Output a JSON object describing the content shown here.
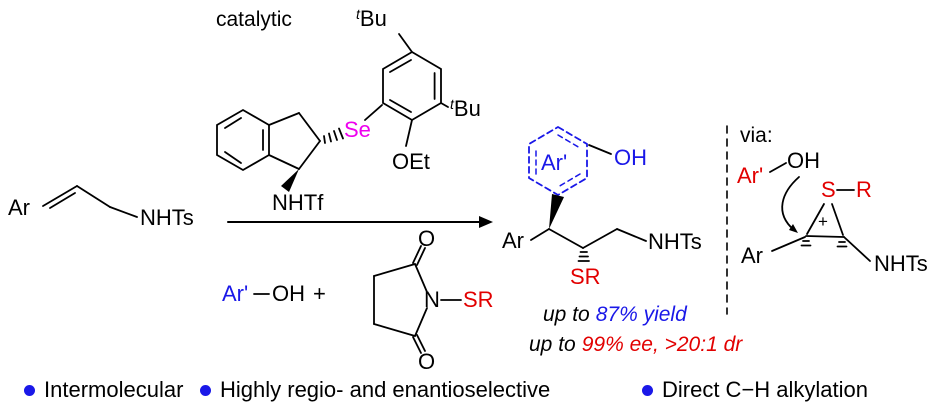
{
  "colors": {
    "blue": "#1a18e8",
    "red": "#e20000",
    "magenta": "#ee00ee",
    "black": "#000000"
  },
  "scheme": {
    "catalytic_label": "catalytic",
    "reactant": {
      "ar": "Ar",
      "nhts": "NHTs"
    },
    "catalyst": {
      "tbu_sup": "t",
      "tbu_base": "Bu",
      "se": "Se",
      "oet": "OEt",
      "nhtf": "NHTf"
    },
    "reagents": {
      "ar_prime": "Ar'",
      "oh": "OH",
      "plus": "+",
      "o": "O",
      "n": "N",
      "sr": "SR"
    },
    "product": {
      "ar_prime": "Ar'",
      "oh": "OH",
      "ar": "Ar",
      "nhts": "NHTs",
      "sr": "SR"
    },
    "results": {
      "up_to": "up to",
      "yield": "87% yield",
      "ee_dr": "99% ee, >20:1 dr"
    },
    "via": {
      "label": "via:",
      "ar_prime": "Ar'",
      "oh": "OH",
      "s": "S",
      "r": "R",
      "plus": "+",
      "ar": "Ar",
      "nhts": "NHTs"
    }
  },
  "bullets": [
    {
      "label": "Intermolecular"
    },
    {
      "label": "Highly regio- and enantioselective"
    },
    {
      "label": "Direct C−H alkylation"
    }
  ]
}
